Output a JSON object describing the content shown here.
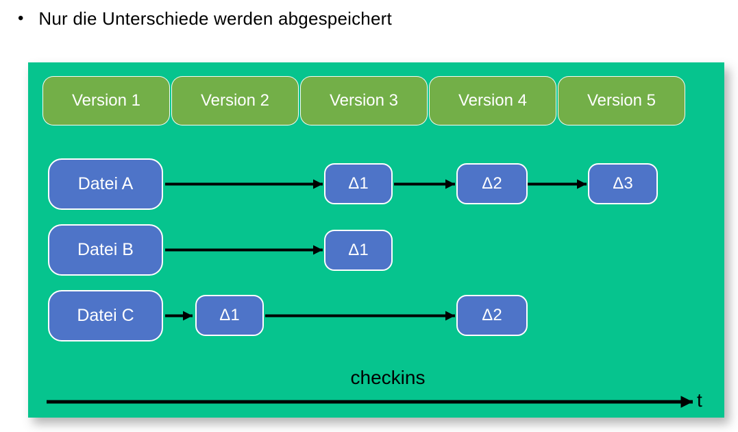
{
  "title": {
    "bullet": "•",
    "text": "Nur die Unterschiede werden abgespeichert"
  },
  "diagram": {
    "versions": [
      "Version 1",
      "Version 2",
      "Version 3",
      "Version 4",
      "Version 5"
    ],
    "rows": [
      {
        "file": "Datei A",
        "deltas": [
          {
            "label": "Δ1",
            "under_version": "Version 3"
          },
          {
            "label": "Δ2",
            "under_version": "Version 4"
          },
          {
            "label": "Δ3",
            "under_version": "Version 5"
          }
        ]
      },
      {
        "file": "Datei B",
        "deltas": [
          {
            "label": "Δ1",
            "under_version": "Version 3"
          }
        ]
      },
      {
        "file": "Datei C",
        "deltas": [
          {
            "label": "Δ1",
            "under_version": "Version 2"
          },
          {
            "label": "Δ2",
            "under_version": "Version 4"
          }
        ]
      }
    ],
    "timeline": {
      "label": "checkins",
      "axis_label": "t"
    }
  },
  "colors": {
    "panel_background": "#06c48e",
    "version_box": "#73af48",
    "file_box": "#4e74c8",
    "box_border": "#ffffff",
    "arrow": "#000000",
    "title_text": "#000000"
  }
}
